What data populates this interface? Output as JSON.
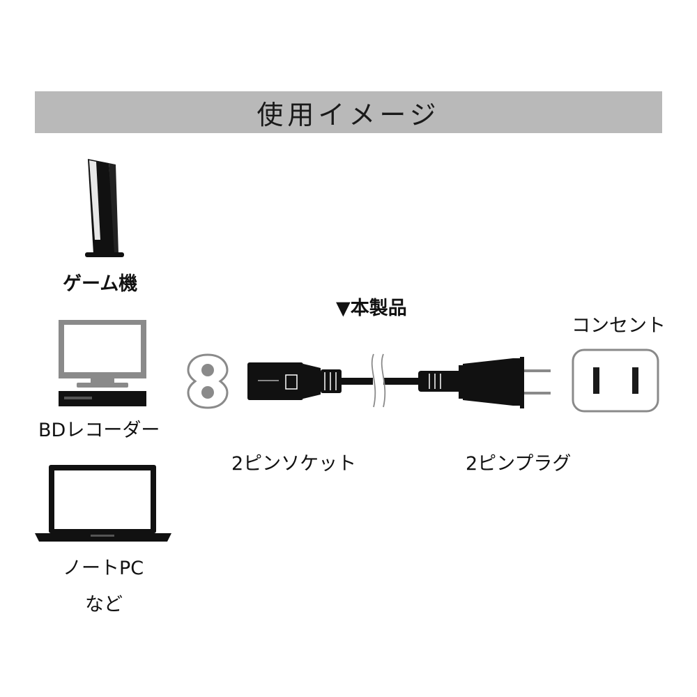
{
  "header": {
    "title": "使用イメージ"
  },
  "devices": [
    {
      "label": "ゲーム機",
      "icon": "game-console-icon"
    },
    {
      "label": "BDレコーダー",
      "icon": "bd-recorder-icon"
    },
    {
      "label": "ノートPC",
      "icon": "laptop-icon"
    }
  ],
  "devices_footnote": "など",
  "product": {
    "label": "▼本製品",
    "socket_label": "2ピンソケット",
    "plug_label": "2ピンプラグ"
  },
  "outlet": {
    "label": "コンセント",
    "icon": "wall-outlet-icon"
  },
  "colors": {
    "banner": "#b9b9b9",
    "ink": "#1a1a1a",
    "device_gray": "#8a8a8a"
  }
}
